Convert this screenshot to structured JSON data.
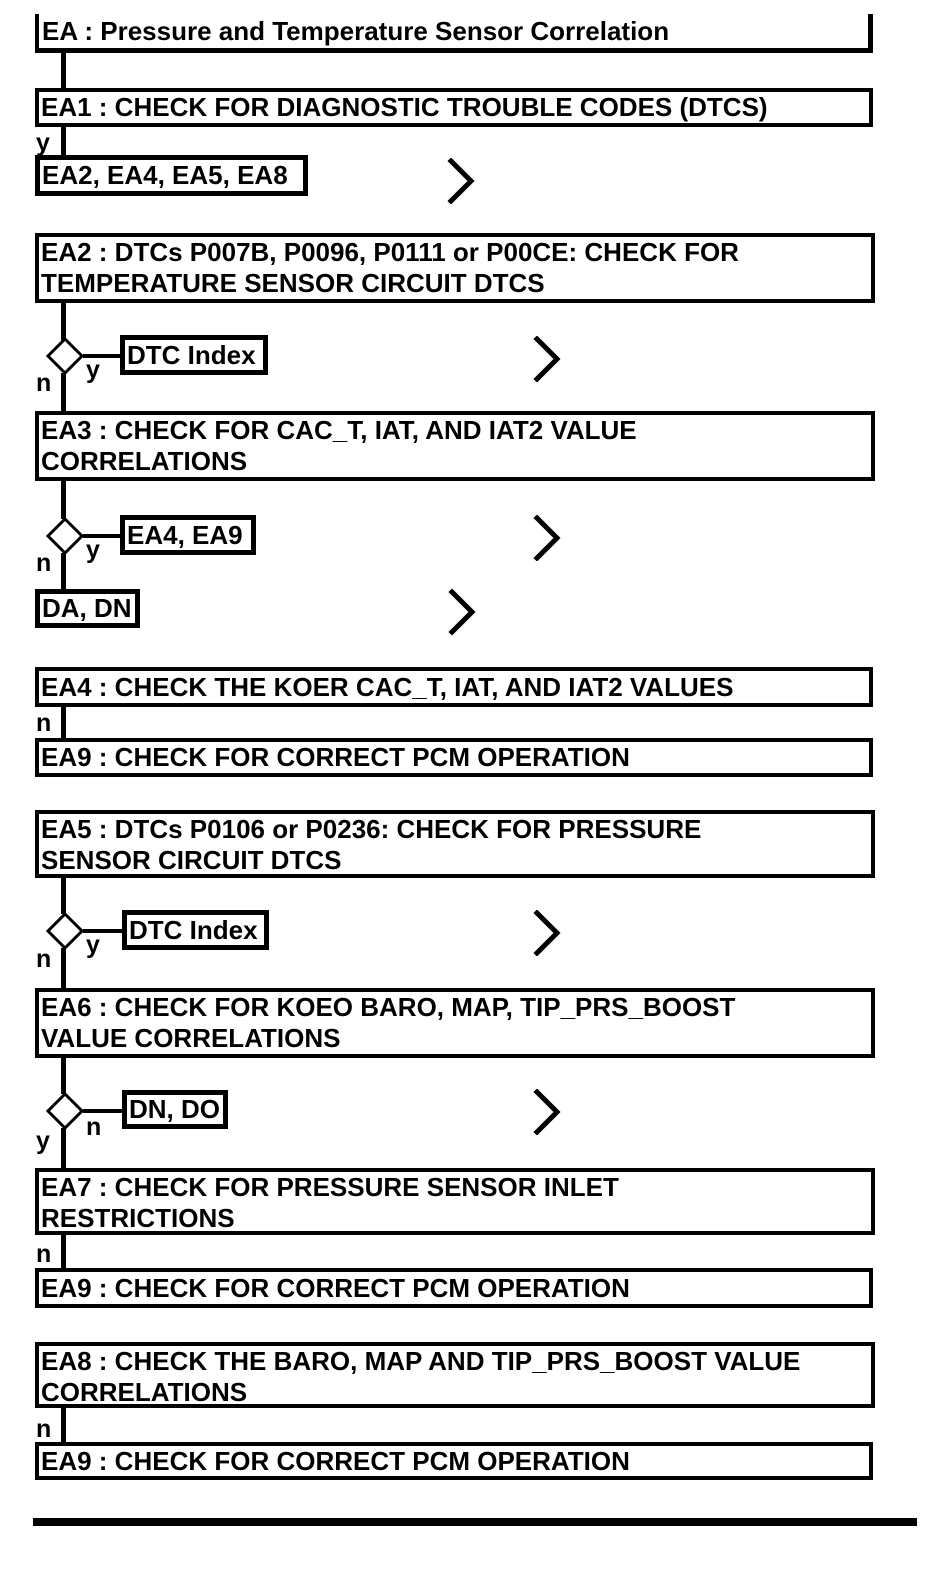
{
  "page": {
    "background_color": "#ffffff",
    "ink_color": "#000000"
  },
  "flowchart": {
    "title": "EA : Pressure and Temperature Sensor Correlation",
    "branch_labels": {
      "yes": "y",
      "no": "n"
    },
    "nodes": {
      "ea1": {
        "lines": [
          "EA1 : CHECK FOR DIAGNOSTIC TROUBLE CODES (DTCS)"
        ]
      },
      "ea1_yes_jump": {
        "lines": [
          "EA2, EA4, EA5, EA8"
        ]
      },
      "ea2": {
        "lines": [
          "EA2 : DTCs P007B, P0096, P0111 or P00CE: CHECK FOR",
          "TEMPERATURE SENSOR CIRCUIT DTCS"
        ]
      },
      "ea2_yes_link": {
        "lines": [
          "DTC Index"
        ]
      },
      "ea3": {
        "lines": [
          "EA3 : CHECK FOR CAC_T, IAT, AND IAT2 VALUE",
          "CORRELATIONS"
        ]
      },
      "ea3_yes_jump": {
        "lines": [
          "EA4, EA9"
        ]
      },
      "ea3_no_jump": {
        "lines": [
          "DA, DN"
        ]
      },
      "ea4": {
        "lines": [
          "EA4 : CHECK THE KOER CAC_T, IAT, AND IAT2 VALUES"
        ]
      },
      "ea4_no_next": {
        "lines": [
          "EA9 : CHECK FOR CORRECT PCM OPERATION"
        ]
      },
      "ea5": {
        "lines": [
          "EA5 : DTCs P0106 or P0236: CHECK FOR PRESSURE",
          "SENSOR CIRCUIT DTCS"
        ]
      },
      "ea5_yes_link": {
        "lines": [
          "DTC Index"
        ]
      },
      "ea6": {
        "lines": [
          "EA6 : CHECK FOR KOEO BARO, MAP, TIP_PRS_BOOST",
          "VALUE CORRELATIONS"
        ]
      },
      "ea6_no_jump": {
        "lines": [
          "DN, DO"
        ]
      },
      "ea7": {
        "lines": [
          "EA7 : CHECK FOR PRESSURE SENSOR INLET",
          "RESTRICTIONS"
        ]
      },
      "ea7_no_next": {
        "lines": [
          "EA9 : CHECK FOR CORRECT PCM OPERATION"
        ]
      },
      "ea8": {
        "lines": [
          "EA8 : CHECK THE BARO, MAP AND TIP_PRS_BOOST VALUE",
          "CORRELATIONS"
        ]
      },
      "ea8_no_next": {
        "lines": [
          "EA9 : CHECK FOR CORRECT PCM OPERATION"
        ]
      }
    }
  }
}
